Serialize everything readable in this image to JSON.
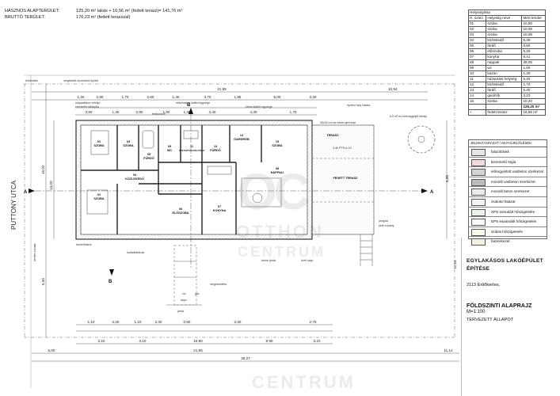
{
  "header": {
    "net_label": "HASZNOS ALAPTERÜLET:",
    "net_value": "125,20 m² lakás + 16,56 m² (fedett terasz)= 141,76 m²",
    "gross_label": "BRUTTÓ TERÜLET:",
    "gross_value": "176,23 m² (fedett terasszal)"
  },
  "room_list": {
    "title": "Helyiséglista",
    "columns": [
      "H. szám",
      "Helyiség neve",
      "Mért terület"
    ],
    "rows": [
      [
        "01",
        "szoba",
        "10,50"
      ],
      [
        "02",
        "szoba",
        "10,08"
      ],
      [
        "03",
        "szoba",
        "10,08"
      ],
      [
        "04",
        "közlekedő",
        "6,39"
      ],
      [
        "05",
        "fürdő",
        "6,60"
      ],
      [
        "06",
        "előszoba",
        "5,26"
      ],
      [
        "07",
        "konyha",
        "8,41"
      ],
      [
        "08",
        "nappali",
        "39,05"
      ],
      [
        "09",
        "wc",
        "1,60"
      ],
      [
        "10",
        "kazán",
        "1,30"
      ],
      [
        "11",
        "háztartási helység",
        "5,40"
      ],
      [
        "12",
        "közlekedő",
        "1,70"
      ],
      [
        "13",
        "fürdő",
        "5,40"
      ],
      [
        "14",
        "gardrób",
        "3,23"
      ],
      [
        "15",
        "szoba",
        "10,20"
      ]
    ],
    "total": "125,20 m²",
    "terrace_label": "fedett terasz",
    "terrace_value": "16,56 m²"
  },
  "materials": {
    "title": "JELMAGYARÁZAT / ANYAGJELÖLÉSEK:",
    "items": [
      {
        "label": "falazóblokk",
        "fill": "#e6e6e6"
      },
      {
        "label": "kisméretű tégla",
        "fill": "#f3dada"
      },
      {
        "label": "előregyártott vasbeton szerkezet",
        "fill": "#d2d2d2"
      },
      {
        "label": "monolit vasbeton szerkezet",
        "fill": "#bdbdbd"
      },
      {
        "label": "monolit beton szerkezet",
        "fill": "#ececec"
      },
      {
        "label": "zsaluko falazat",
        "fill": "#f4f4f4"
      },
      {
        "label": "XPS extrudált hőszigetelés",
        "fill": "#eaf2ea"
      },
      {
        "label": "EPS expandált hőszigetelés",
        "fill": "#fafafa"
      },
      {
        "label": "szálas hőszigetelés",
        "fill": "#fdf7e8"
      },
      {
        "label": "faszerkezet",
        "fill": "#f6efe4"
      }
    ]
  },
  "title_block": {
    "project_line1": "EGYLAKÁSOS LAKÓÉPÜLET",
    "project_line2": "ÉPÍTÉSE",
    "location": "2113 Erdőkertes,",
    "drawing_title": "FÖLDSZINTI ALAPRAJZ",
    "scale": "M=1:100",
    "status": "TERVEZETT ÁLLAPOT"
  },
  "plan": {
    "street": "PUTTONY UTCA",
    "room_labels": [
      {
        "num": "01",
        "name": "SZOBA"
      },
      {
        "num": "02",
        "name": "SZOBA"
      },
      {
        "num": "03",
        "name": "SZOBA"
      },
      {
        "num": "04",
        "name": "KÖZLEKEDŐ"
      },
      {
        "num": "05",
        "name": "FÜRDŐ"
      },
      {
        "num": "06",
        "name": "ELŐSZOBA"
      },
      {
        "num": "07",
        "name": "KONYHA"
      },
      {
        "num": "08",
        "name": "NAPPALI"
      },
      {
        "num": "09",
        "name": "WC"
      },
      {
        "num": "11",
        "name": "HÁZTARTÁSI HELYISÉG"
      },
      {
        "num": "13",
        "name": "FÜRDŐ"
      },
      {
        "num": "14",
        "name": "GARDRÓB"
      },
      {
        "num": "15",
        "name": "SZOBA"
      }
    ],
    "terrace_label": "TERASZ",
    "covered_terrace_label": "FEDETT TERASZ",
    "annotations": [
      "telekhatár",
      "megtartott szomszéd épület",
      "csapadékvíz lefolyó",
      "elvezetés tartályba",
      "hőszivattyú kültéri egysége",
      "tetőkonzol",
      "klíma kültéri egysége",
      "építési hely határa",
      "30x30 cm-es beton gerenda",
      "3 db PTH A-10 ",
      "6,5 m³-es esővízgyűjtő tartály",
      "pergola",
      "kerti zuhany",
      "beton járda",
      "megközelítés",
      "járda",
      "kerítés vonala",
      "kapu",
      "kerti csap",
      "hulladéktároló",
      "szerelőakna",
      "víz",
      "gáz"
    ],
    "dims_top_total": "21,95",
    "dims_bottom_total": "38,27",
    "dims_top": [
      "1,25",
      "2,80",
      "1,70",
      "2,60",
      "1,45",
      "3,70",
      "1,95",
      "5,00",
      "3,30"
    ],
    "dims_mid": [
      "3,50",
      "1,40",
      "2,50",
      "1,50",
      "1,40",
      "3,40",
      "4,30",
      "1,70"
    ],
    "dims_bottom": [
      "1,10",
      "2,00",
      "1,10",
      "2,30",
      "0,50",
      "3,30",
      "2,75"
    ],
    "dims_bottom2": [
      "3,10",
      "3,10",
      "10,80",
      "9,90",
      "3,10"
    ],
    "dims_bottom3": [
      "5,00",
      "21,95",
      "11,12"
    ],
    "dims_left": [
      "15,02",
      "13,00",
      "5,00"
    ],
    "dims_right": [
      "10,94",
      "6,98",
      "12,18"
    ],
    "section_a": "A",
    "section_b": "B"
  },
  "watermark": {
    "logo": "OC",
    "text1": "OTTHON",
    "text2": "CENTRUM"
  }
}
